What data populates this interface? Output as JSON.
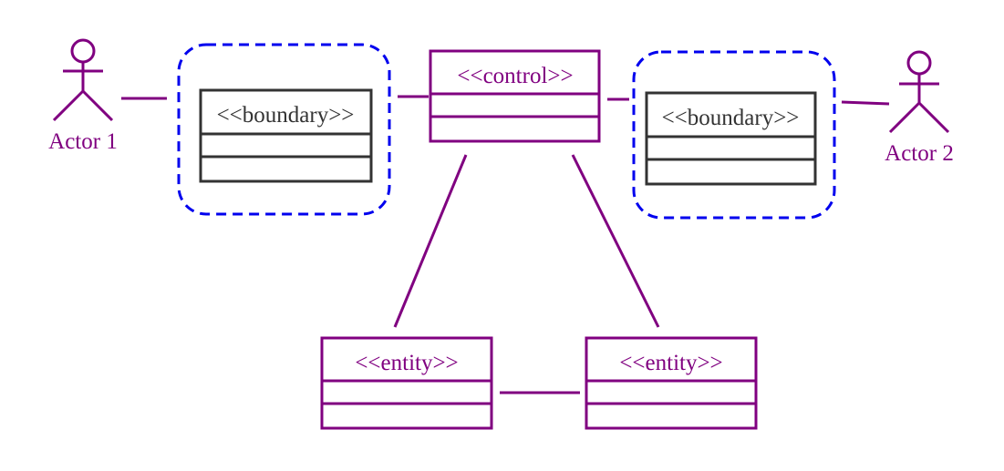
{
  "actors": [
    {
      "label": "Actor 1"
    },
    {
      "label": "Actor 2"
    }
  ],
  "classes": {
    "boundary_left": {
      "stereotype": "<<boundary>>"
    },
    "control": {
      "stereotype": "<<control>>"
    },
    "boundary_right": {
      "stereotype": "<<boundary>>"
    },
    "entity_left": {
      "stereotype": "<<entity>>"
    },
    "entity_right": {
      "stereotype": "<<entity>>"
    }
  },
  "colors": {
    "purple": "#800080",
    "boundary_box": "#333333",
    "dashed_outline": "#0000ee",
    "background": "#ffffff"
  }
}
